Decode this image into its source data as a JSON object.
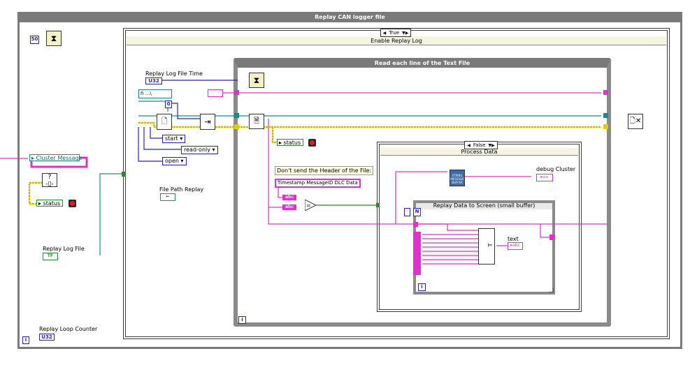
{
  "window": {
    "title": "Replay CAN logger file"
  },
  "wait_constant": "50",
  "case_structure": {
    "selector_value": "True",
    "title": "Enable Replay Log"
  },
  "while_loop": {
    "title": "Read each line of the Text File",
    "iteration_terminal": "i"
  },
  "inner_case": {
    "selector_value": "False",
    "title": "Process Data"
  },
  "for_loop": {
    "title": "Replay Data to Screen (small buffer)",
    "count_terminal": "N",
    "iteration_terminal": "i"
  },
  "labels": {
    "replay_log_file_time": "Replay Log File Time",
    "replay_log_file_time_type": "U32",
    "cluster_message": "Cluster Message",
    "status_left": "status",
    "status_inner": "status",
    "replay_log_file": "Replay Log File",
    "replay_log_file_type": "TF",
    "file_path_replay": "File Path Replay",
    "replay_loop_counter": "Replay Loop Counter",
    "replay_loop_counter_type": "U32",
    "header_comment": "Don't send the Header of the File:",
    "header_string": "Timestamp  MessageID  DLC        Data",
    "debug_cluster": "debug Cluster",
    "text": "text",
    "loop_i": "i"
  },
  "enums": {
    "start": "start",
    "read_only": "read-only",
    "open": "open"
  },
  "constants": {
    "zero": "0",
    "abc1": "abc",
    "abc2": "abc",
    "question": "?",
    "string_msg_buffer": "STRING MESSAGE BUFFER"
  },
  "colors": {
    "frame_gray": "#7a7a7a",
    "case_border": "#3a3a3a",
    "case_header": "#efefd8",
    "string_wire": "#e030d0",
    "error_wire": "#e6c800",
    "refnum_wire": "#1a8a8a",
    "numeric_blue": "#2222cc",
    "bool_green": "#2a8a2a"
  }
}
